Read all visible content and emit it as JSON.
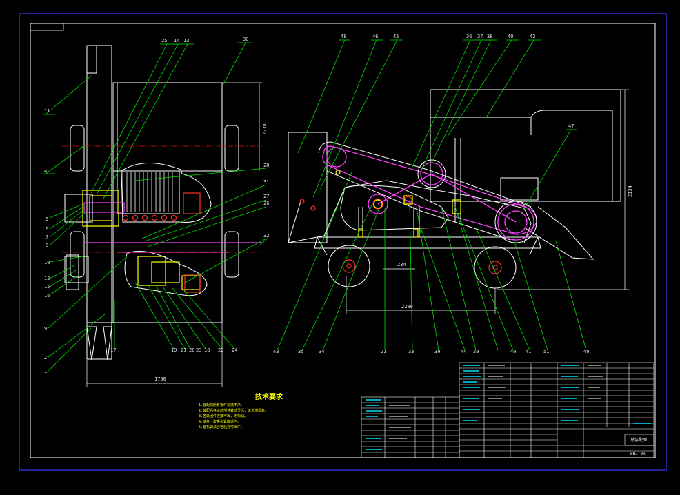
{
  "drawing": {
    "tech_title": "技术要求",
    "tech_notes": [
      "1.装配前所有零件清洗干净。",
      "2.装配后各运动部件转动灵活，无卡滞现象。",
      "3.各紧固件连接可靠，无松动。",
      "4.链条、皮带张紧度适当。",
      "5.整机调试合格后方可出厂。"
    ],
    "title_block": {
      "name": "总装配图",
      "code": "BHJ-00"
    },
    "dimensions": {
      "left_height": "2238",
      "left_width": "1750",
      "right_height": "2134",
      "right_width": "2200",
      "right_small": "234"
    },
    "balloons": {
      "left_view": [
        "11",
        "4",
        "25",
        "14",
        "13",
        "30",
        "5",
        "6",
        "7",
        "8",
        "10",
        "12",
        "15",
        "16",
        "9",
        "2",
        "1",
        "28",
        "31",
        "27",
        "26",
        "32",
        "19",
        "21",
        "20",
        "18",
        "24",
        "22",
        "23",
        "17"
      ],
      "right_view": [
        "48",
        "46",
        "45",
        "36",
        "37",
        "38",
        "40",
        "42",
        "47",
        "43",
        "35",
        "34",
        "21",
        "33",
        "39",
        "44",
        "29",
        "40",
        "41",
        "51",
        "49"
      ]
    },
    "colors": {
      "background": "#000000",
      "border": "#3a3aff",
      "geometry": "#ffffff",
      "leader": "#00e000",
      "centerline": "#e01010",
      "machine_part": "#ff40ff",
      "accent": "#ffff00",
      "table": "#00e0ff"
    }
  }
}
